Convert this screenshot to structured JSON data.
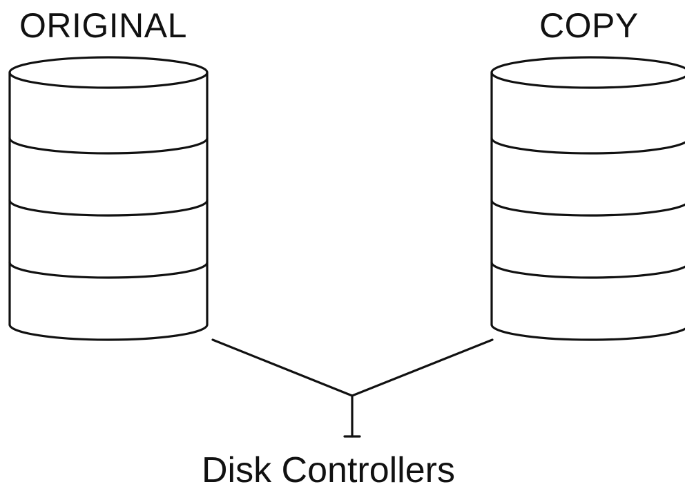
{
  "labels": {
    "original": "ORIGINAL",
    "copy": "COPY",
    "controllers": "Disk Controllers"
  },
  "disks": {
    "original": {
      "segments": 4
    },
    "copy": {
      "segments": 4
    }
  },
  "colors": {
    "stroke": "#111111",
    "background": "#ffffff"
  }
}
